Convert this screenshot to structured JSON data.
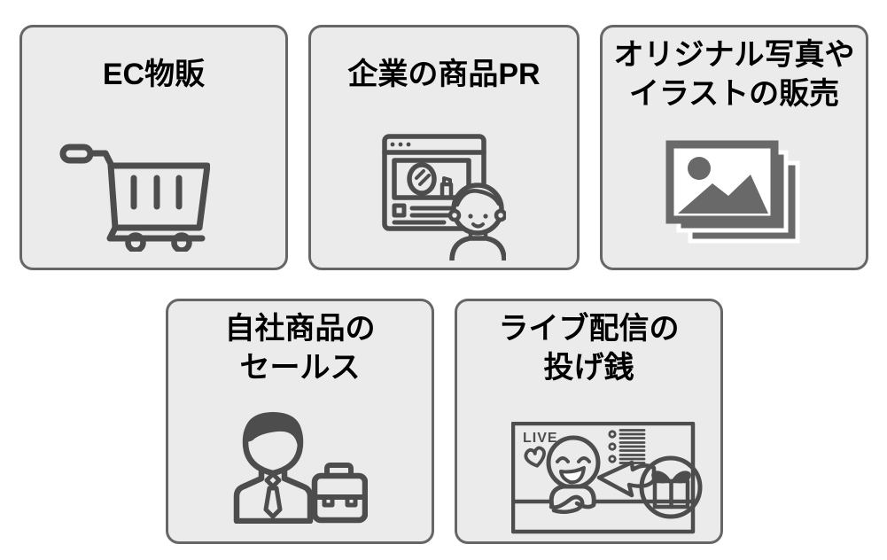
{
  "colors": {
    "page_bg": "#ffffff",
    "card_bg": "#ebebeb",
    "card_border": "#666666",
    "icon_stroke": "#4d4d4d",
    "icon_fill": "#696969",
    "title_text": "#000000"
  },
  "cards": [
    {
      "icon": "shopping-cart",
      "lines": [
        "EC物販"
      ]
    },
    {
      "icon": "product-review-browser",
      "lines": [
        "企業の商品PR"
      ]
    },
    {
      "icon": "photo-stack",
      "lines": [
        "オリジナル写真や",
        "イラストの販売"
      ]
    },
    {
      "icon": "businessman-briefcase",
      "lines": [
        "自社商品の",
        "セールス"
      ]
    },
    {
      "icon": "live-stream-gift",
      "lines": [
        "ライブ配信の",
        "投げ銭"
      ],
      "badge": "LIVE"
    }
  ]
}
